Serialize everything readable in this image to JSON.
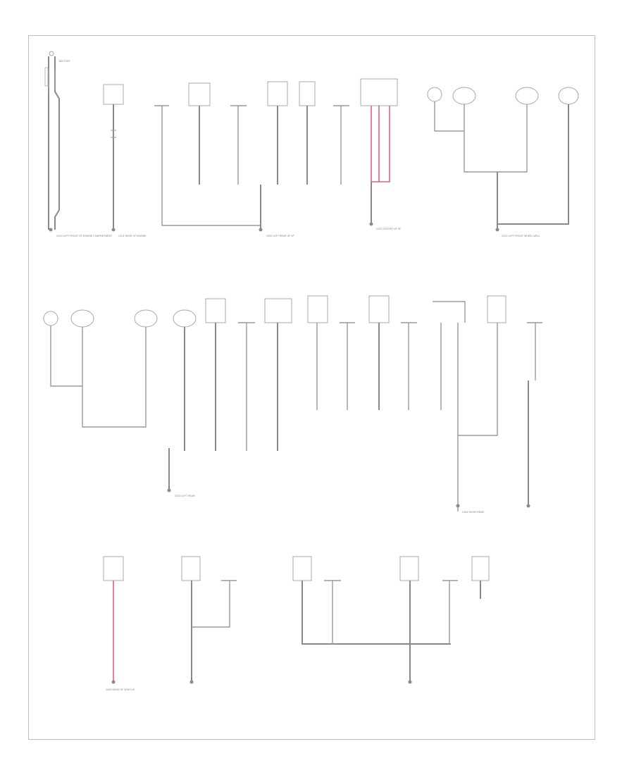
{
  "diagram": {
    "title": "",
    "battery_label": "BATTERY",
    "footnote": "",
    "ground_labels": {
      "g1": "G100 LEFT FRONT OF ENGINE COMPARTMENT",
      "g2": "G101 REAR OF ENGINE",
      "g3": "G200 LEFT REAR OF I/P",
      "g4": "G201 CENTER OF I/P",
      "g5": "G102 LEFT FRONT WHEEL WELL",
      "g6": "G300 LEFT REAR",
      "g7": "G301 RIGHT REAR",
      "g8": "G400 REAR OF VEHICLE"
    }
  }
}
